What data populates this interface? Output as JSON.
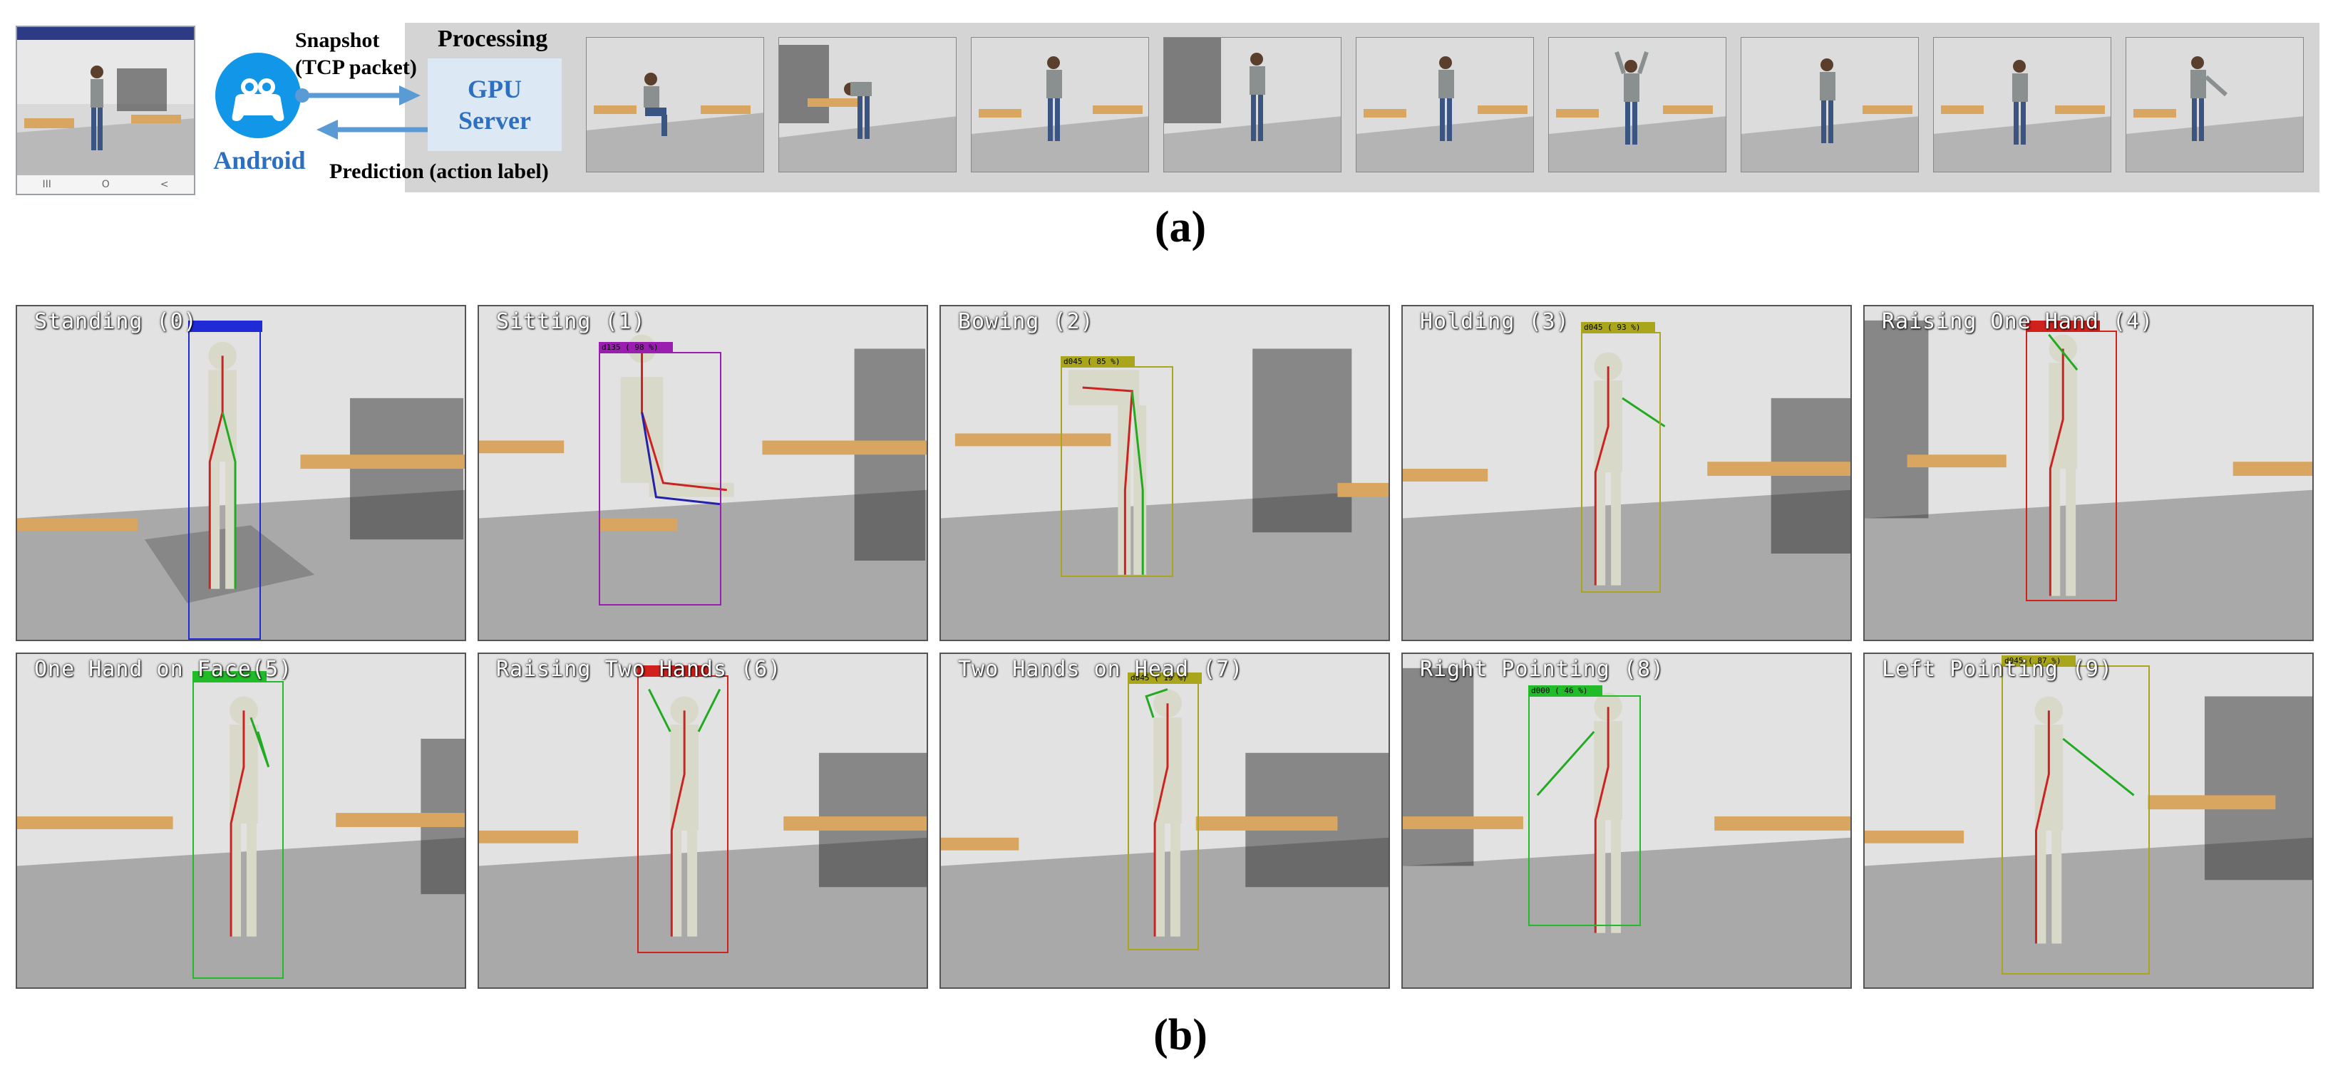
{
  "part_a": {
    "android_label": "Android",
    "snapshot_label_line1": "Snapshot",
    "snapshot_label_line2": "(TCP packet)",
    "prediction_label": "Prediction (action label)",
    "processing_label": "Processing",
    "gpu_label_line1": "GPU",
    "gpu_label_line2": "Server",
    "phone_nav": [
      "III",
      "O",
      "<"
    ],
    "caption": "(a)"
  },
  "part_b": {
    "caption": "(b)",
    "frames": [
      {
        "title": "Standing (0)",
        "box_color": "#1f2bd6",
        "tag": ""
      },
      {
        "title": "Sitting (1)",
        "box_color": "#9a1fb0",
        "tag": "d135 ( 98 %)"
      },
      {
        "title": "Bowing (2)",
        "box_color": "#a9a61c",
        "tag": "d045 ( 85 %)"
      },
      {
        "title": "Holding (3)",
        "box_color": "#a9a61c",
        "tag": "d045 ( 93 %)"
      },
      {
        "title": "Raising One Hand (4)",
        "box_color": "#d0211d",
        "tag": ""
      },
      {
        "title": "One Hand on Face(5)",
        "box_color": "#22bb2a",
        "tag": ""
      },
      {
        "title": "Raising Two Hands (6)",
        "box_color": "#d0211d",
        "tag": ""
      },
      {
        "title": "Two Hands on Head (7)",
        "box_color": "#a9a61c",
        "tag": "d045 ( 19 %)"
      },
      {
        "title": "Right Pointing (8)",
        "box_color": "#22bb2a",
        "tag": "d000 ( 46 %)"
      },
      {
        "title": "Left Pointing (9)",
        "box_color": "#a9a61c",
        "tag": "d045 ( 87 %)"
      }
    ]
  },
  "colors": {
    "accent_blue": "#2f6fc0",
    "gpu_bg": "#dce9f5",
    "panel_gray": "#d4d4d4"
  }
}
